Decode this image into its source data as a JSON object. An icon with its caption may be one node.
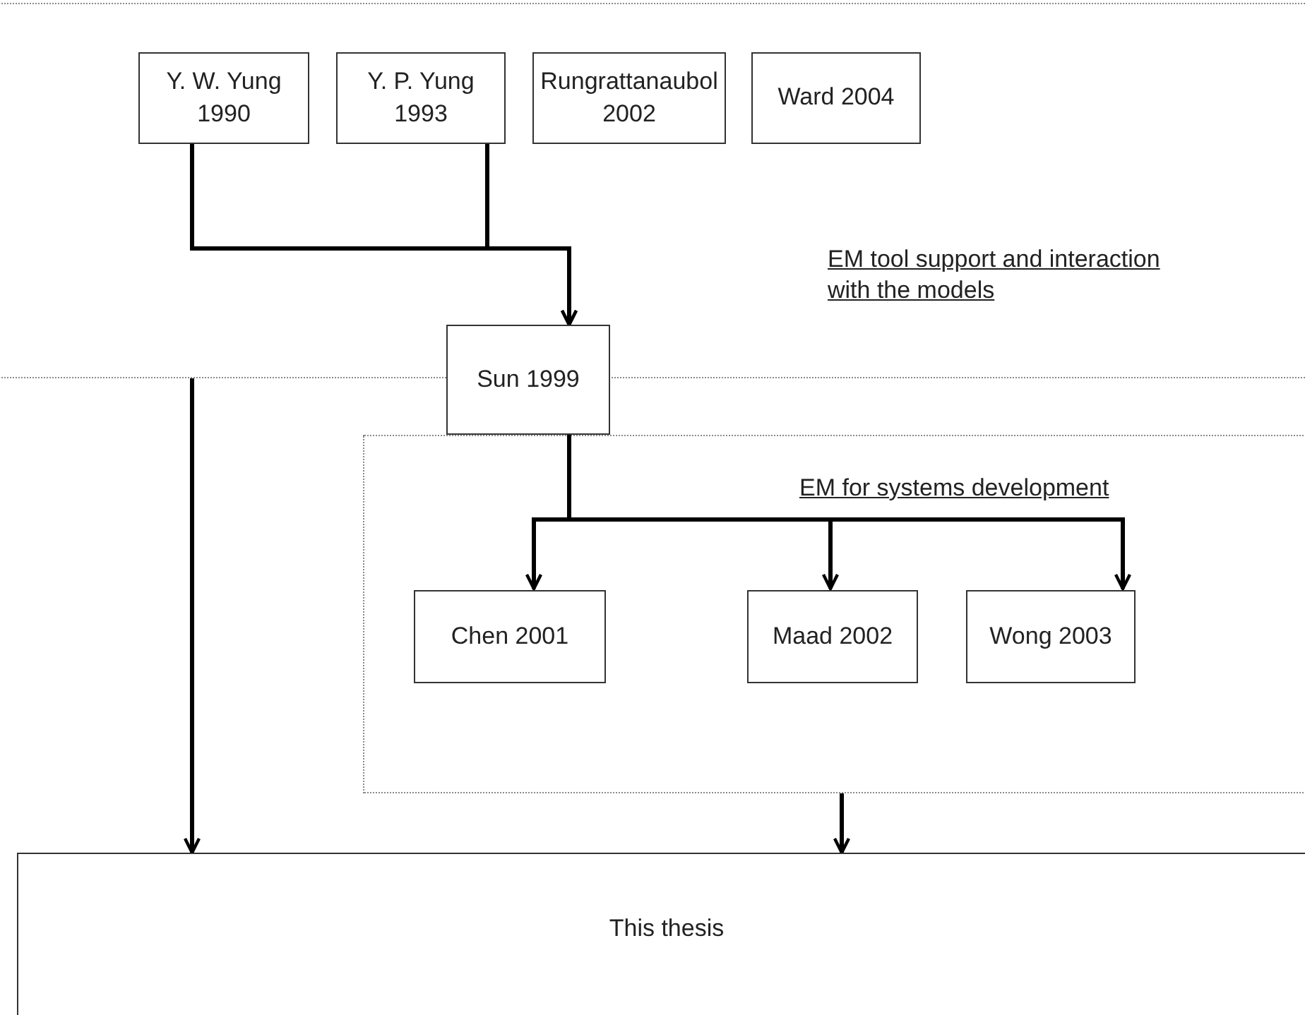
{
  "diagram": {
    "nodes": [
      {
        "text": [
          "EM tool support and interaction with the models"
        ]
      },
      {
        "text": [
          "Y. W. Yung 1990"
        ],
        "in": 0
      },
      {
        "text": [
          "Y. P. Yung 1993"
        ],
        "in": 0
      },
      {
        "text": [
          "Rungrattanaubol 2002"
        ],
        "in": 0
      },
      {
        "text": [
          "Ward 2004"
        ],
        "in": 0
      },
      {
        "text": [
          "Sun 1999"
        ]
      },
      {
        "text": [
          "EM for systems development"
        ]
      },
      {
        "text": [
          "Chen 2001"
        ],
        "in": 6
      },
      {
        "text": [
          "Maad 2002"
        ],
        "in": 6
      },
      {
        "text": [
          "Wong 2003"
        ],
        "in": 6
      },
      {
        "text": [
          "This thesis"
        ]
      }
    ],
    "edges": [
      {
        "from": 1,
        "to": 5,
        "arrow": "to"
      },
      {
        "from": 2,
        "to": 5,
        "arrow": "to"
      },
      {
        "from": 5,
        "to": 7,
        "arrow": "to"
      },
      {
        "from": 5,
        "to": 8,
        "arrow": "to"
      },
      {
        "from": 5,
        "to": 9,
        "arrow": "to"
      },
      {
        "from": 0,
        "to": 10,
        "arrow": "to"
      },
      {
        "from": 6,
        "to": 10,
        "arrow": "to"
      }
    ]
  }
}
